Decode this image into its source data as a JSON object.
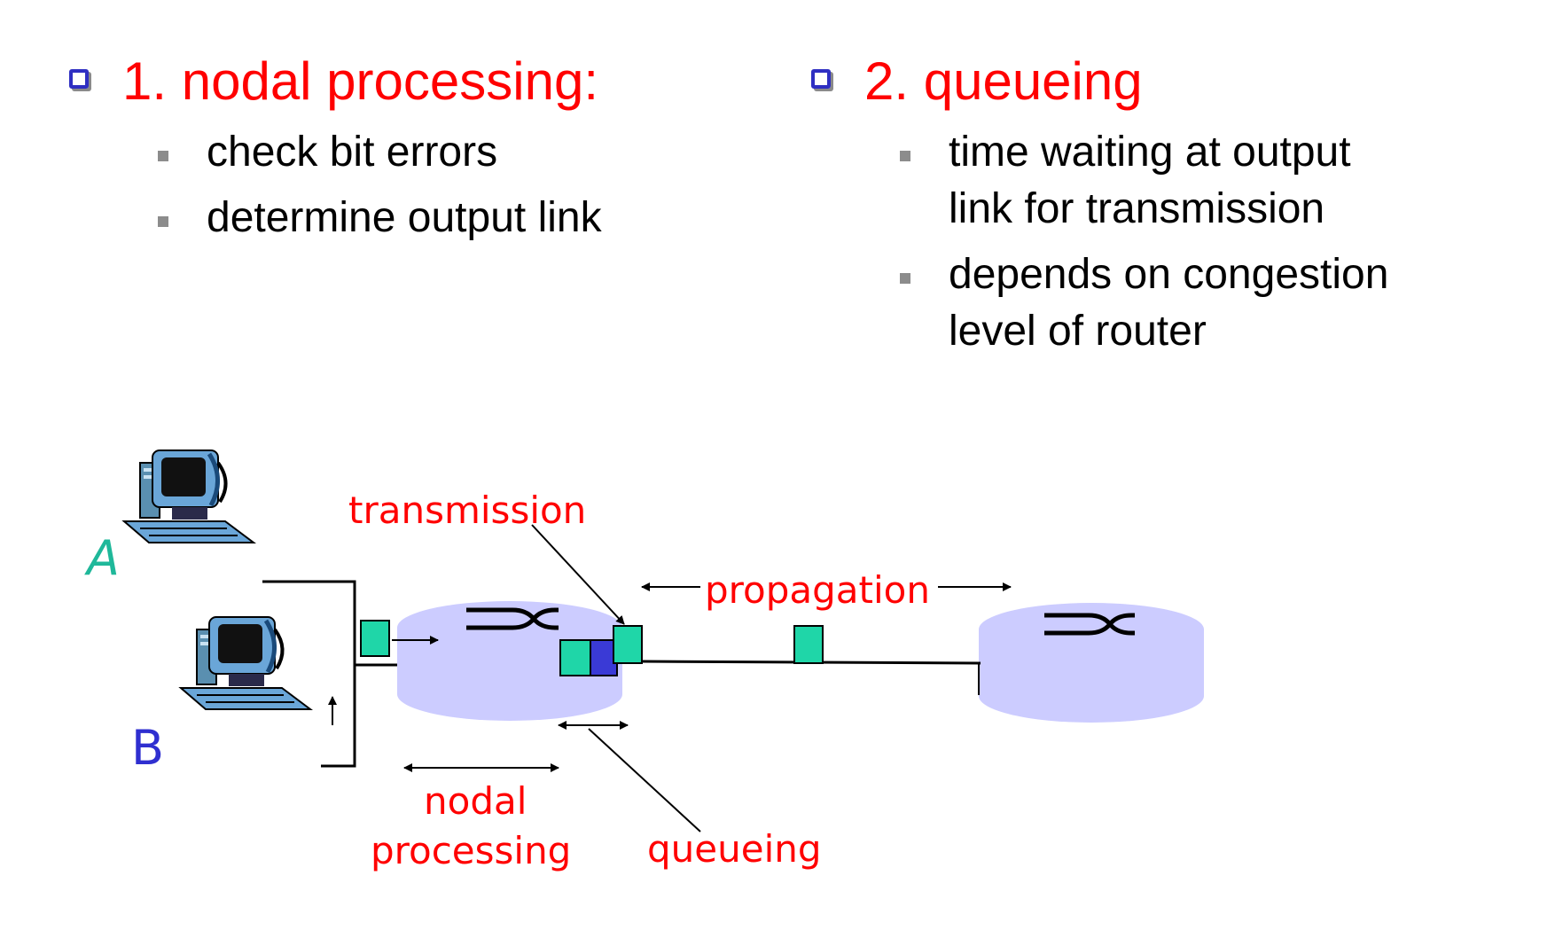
{
  "section1": {
    "heading": "1. nodal processing:",
    "bullets": [
      "check bit errors",
      "determine output link"
    ]
  },
  "section2": {
    "heading": "2. queueing",
    "bullets": [
      "time waiting at output link for transmission",
      "depends on congestion level of router"
    ]
  },
  "diagram": {
    "host_a_label": "A",
    "host_b_label": "B",
    "labels": {
      "transmission": "transmission",
      "propagation": "propagation",
      "nodal_line1": "nodal",
      "nodal_line2": "processing",
      "queueing": "queueing"
    }
  },
  "colors": {
    "heading": "#ff0000",
    "checkbox": "#2f2fc2",
    "host_a": "#1fb89a",
    "host_b": "#2f2fd0",
    "router": "#ccccff",
    "packet": "#1fd6a8",
    "packet_queued": "#3a3ad6"
  }
}
